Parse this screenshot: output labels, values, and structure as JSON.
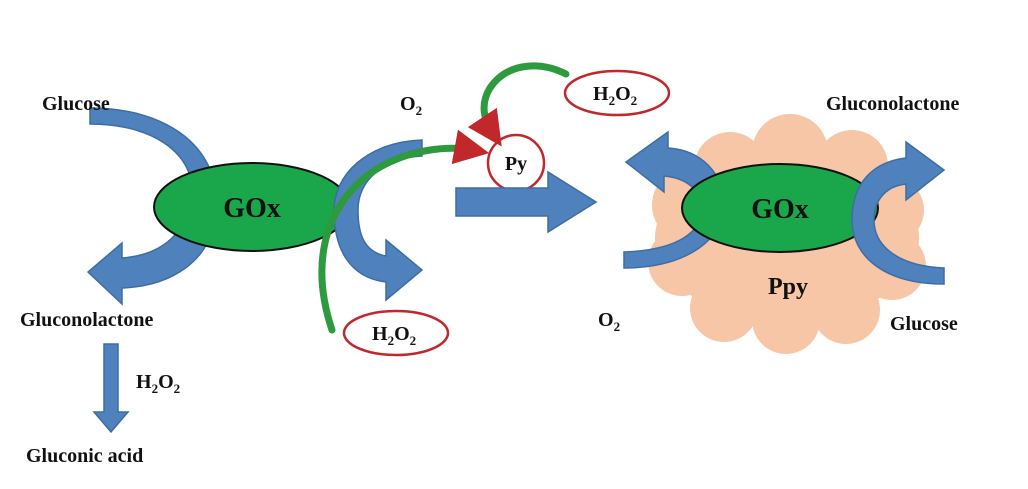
{
  "colors": {
    "enzyme_fill": "#1aa64a",
    "enzyme_stroke": "#111111",
    "blue_arrow": "#4f81bd",
    "blue_arrow_dark": "#3c6ea6",
    "red_outline": "#c0282b",
    "green_arrow": "#2e9a3e",
    "ppy_cloud": "#f6c6a6"
  },
  "left_reaction": {
    "substrate": "Glucose",
    "product": "Gluconolactone",
    "oxygen": {
      "base": "O",
      "sub": "2"
    },
    "peroxide": {
      "base1": "H",
      "sub1": "2",
      "base2": "O",
      "sub2": "2"
    },
    "enzyme": "GOx"
  },
  "hydrolysis": {
    "reagent": {
      "base1": "H",
      "sub1": "2",
      "base2": "O",
      "sub2": "2"
    },
    "product": "Gluconic acid"
  },
  "middle": {
    "monomer": "Py",
    "peroxide": {
      "base1": "H",
      "sub1": "2",
      "base2": "O",
      "sub2": "2"
    }
  },
  "right_reaction": {
    "enzyme": "GOx",
    "polymer": "Ppy",
    "product": "Gluconolactone",
    "substrate": "Glucose",
    "oxygen": {
      "base": "O",
      "sub": "2"
    }
  }
}
